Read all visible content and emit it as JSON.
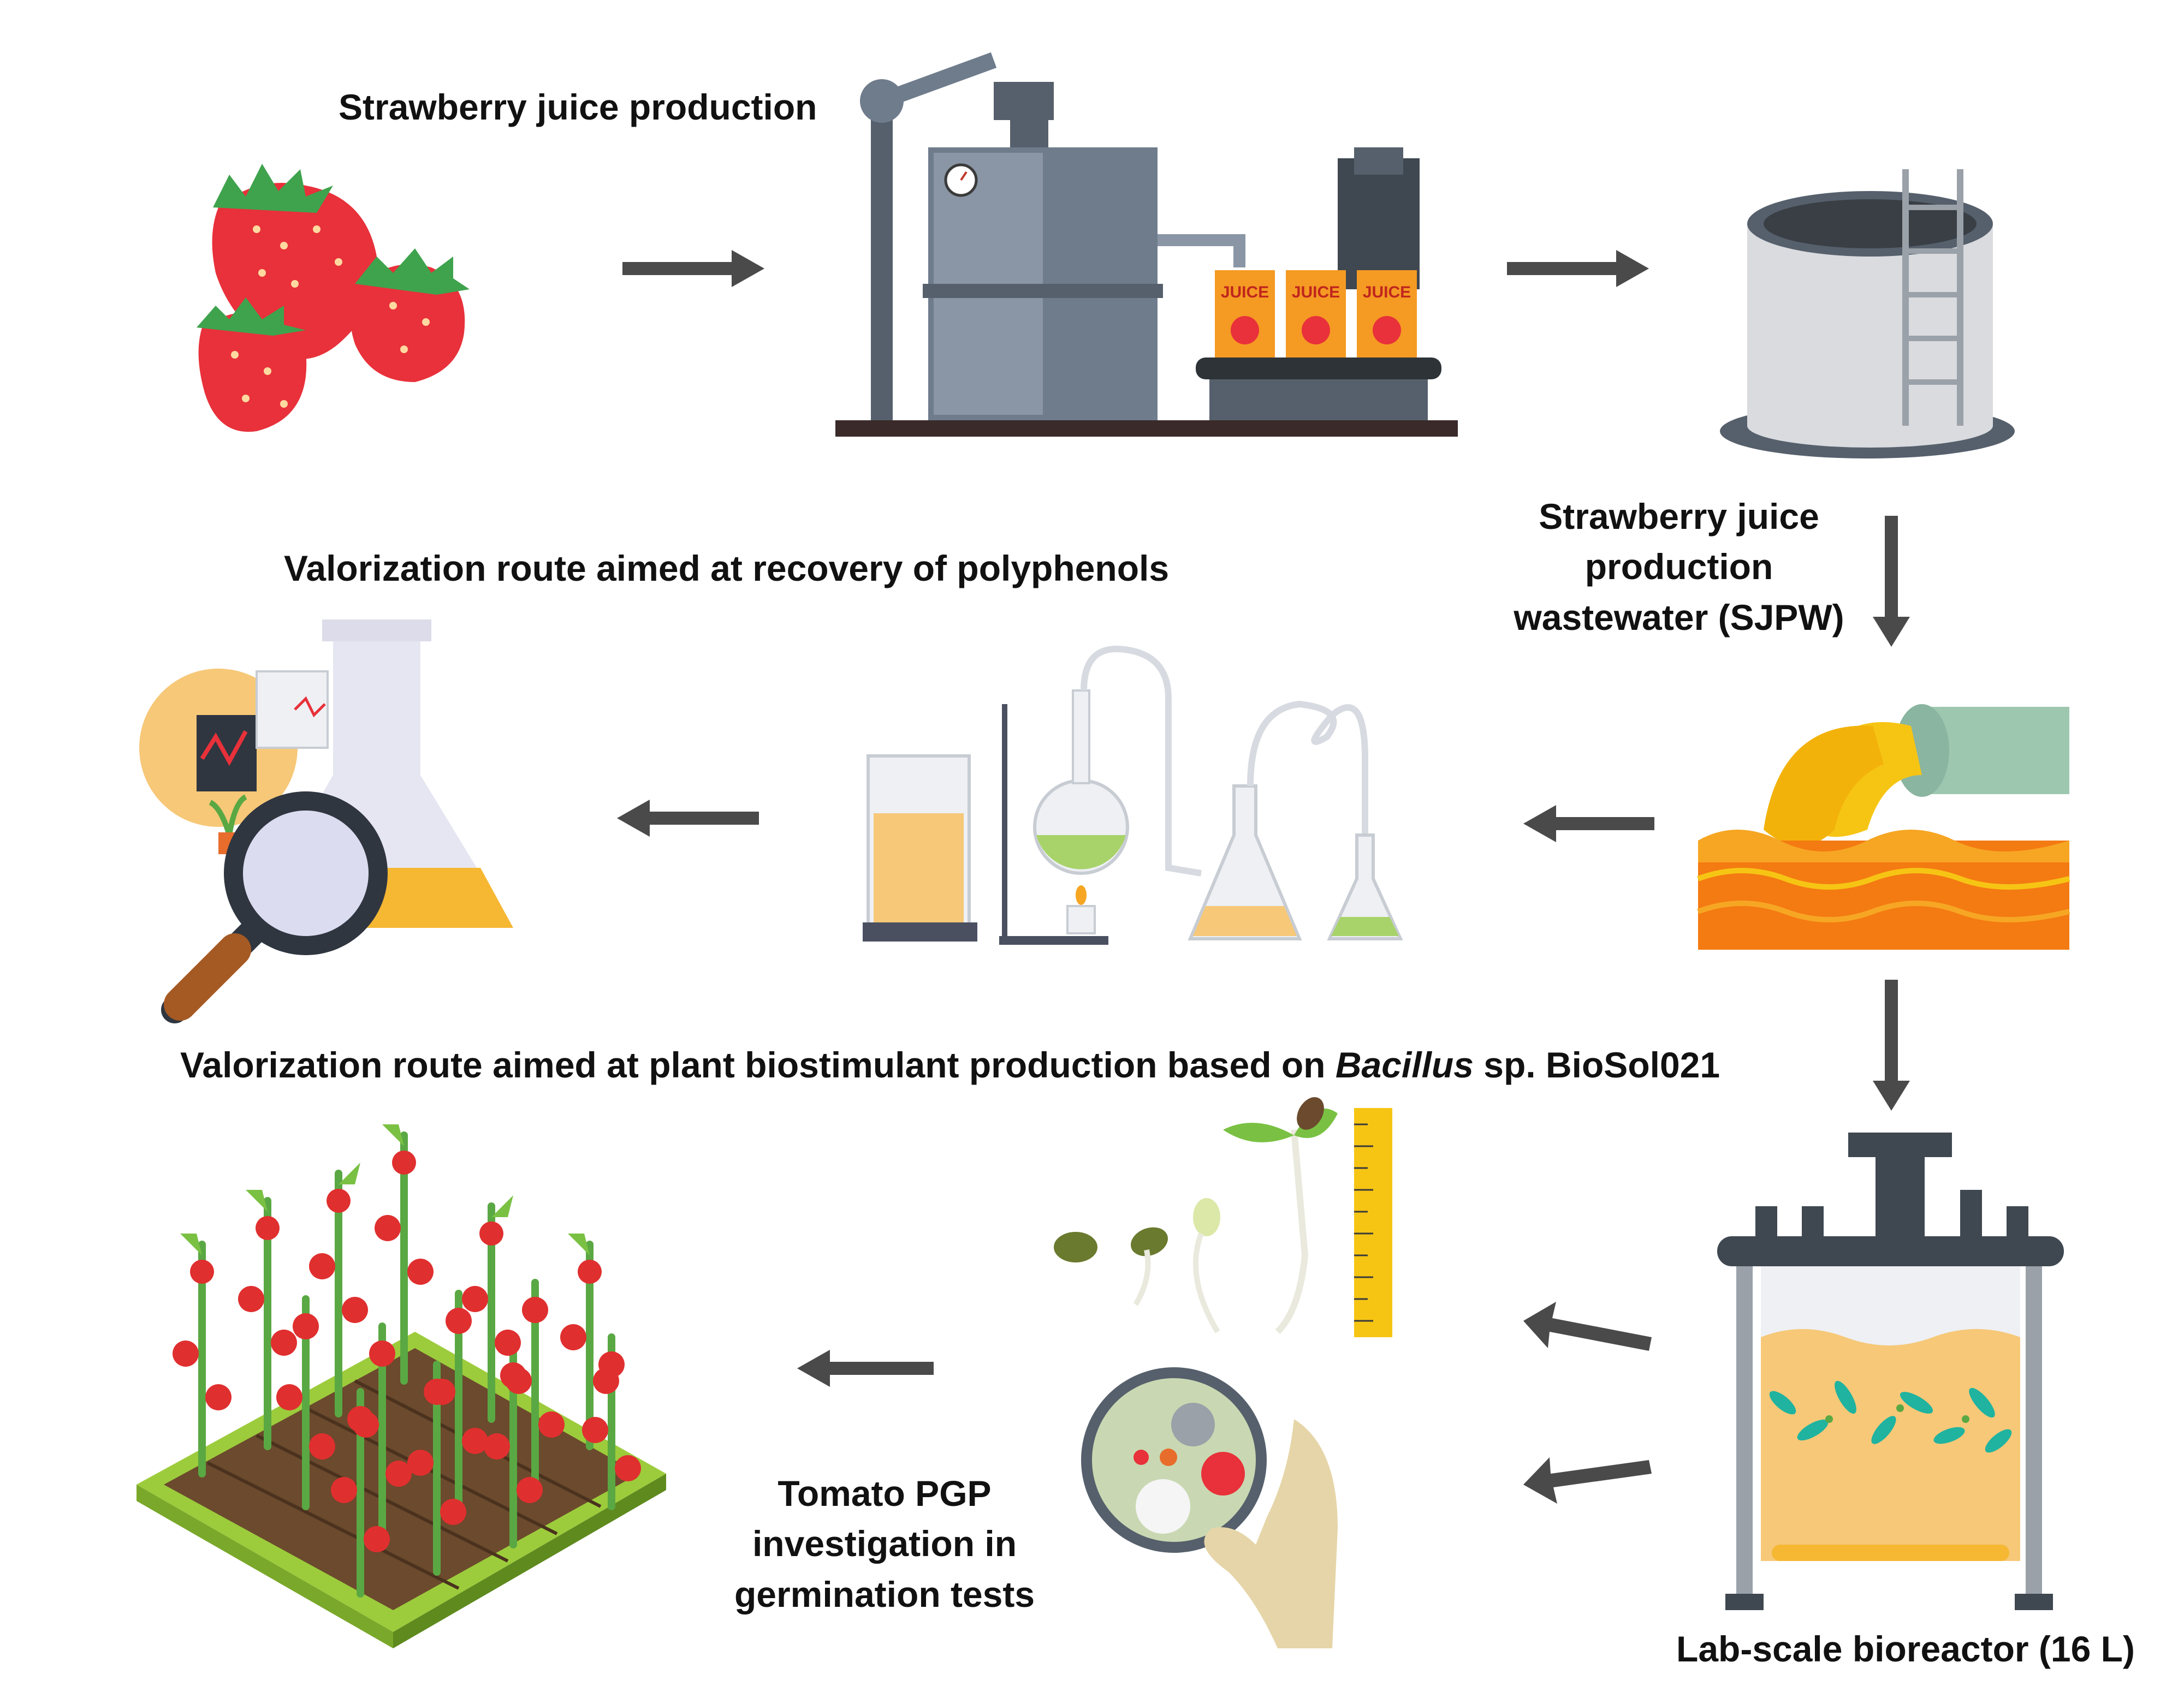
{
  "labels": {
    "strawberry_juice_production": "Strawberry juice production",
    "sjpw": [
      "Strawberry juice",
      "production",
      "wastewater (SJPW)"
    ],
    "polyphenols_route": "Valorization route aimed at recovery of polyphenols",
    "biostimulant_route": {
      "prefix": "Valorization route aimed at plant biostimulant production based on ",
      "italic": "Bacillus",
      "suffix": " sp. BioSol021"
    },
    "tomato_pgp": [
      "Tomato PGP",
      "investigation in",
      "germination tests"
    ],
    "bioreactor": "Lab-scale bioreactor (16 L)"
  },
  "juice_pack_text": "JUICE",
  "colors": {
    "arrow": "#4a4a4a",
    "strawberry": "#e8313a",
    "machine": "#6f7c8c",
    "orange_liquid": "#f7b733",
    "waste_orange": "#f47a12",
    "yellow_foam": "#f6c514",
    "bacteria": "#1fb3a0",
    "leaf_green": "#7ac143",
    "soil": "#6b4a2d",
    "tomato_red": "#e02f2f"
  },
  "icons": [
    "strawberries-icon",
    "juice-factory-icon",
    "storage-tank-icon",
    "wastewater-pipe-icon",
    "lab-glassware-icon",
    "flask-magnifier-icon",
    "bioreactor-icon",
    "seedlings-ruler-icon",
    "petri-dish-icon",
    "tomato-field-icon"
  ]
}
